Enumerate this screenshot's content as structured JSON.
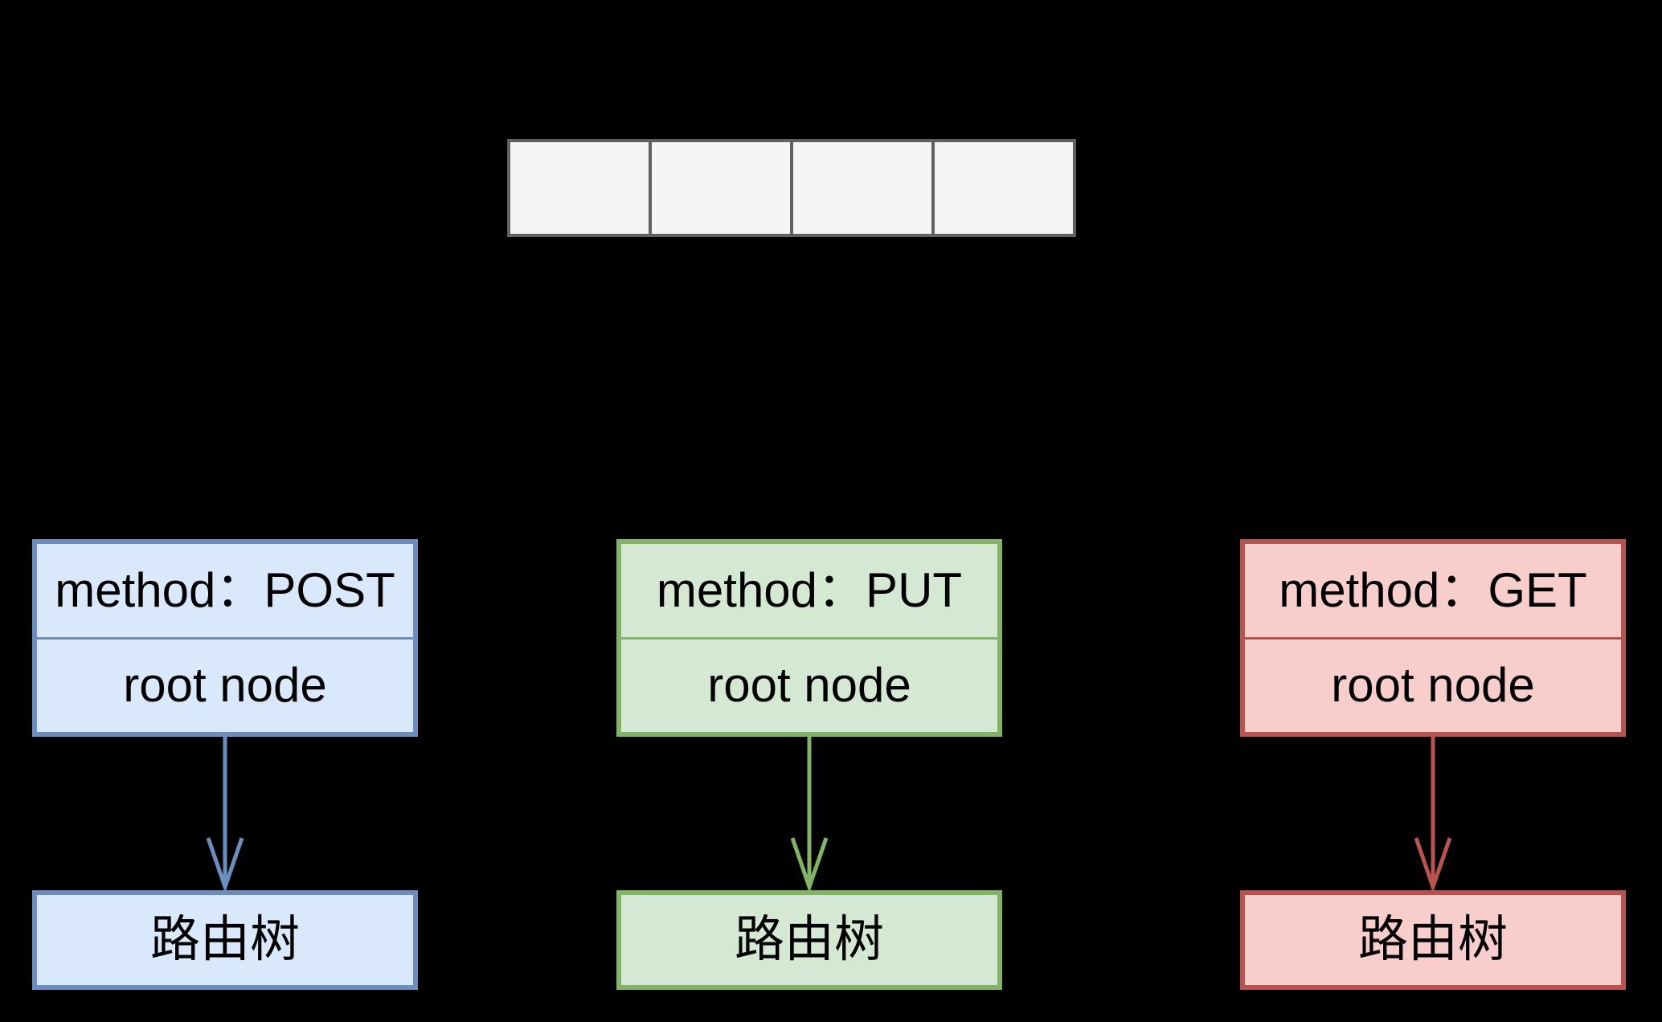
{
  "background": "#000000",
  "array": {
    "cells": [
      "",
      "",
      "",
      ""
    ],
    "fill": "#f5f5f5",
    "stroke": "#616161"
  },
  "columns": [
    {
      "id": "post",
      "method_label": "method：POST",
      "node_label": "root node",
      "tree_label": "路由树",
      "fill": "#dae8fc",
      "stroke": "#6c8ebf"
    },
    {
      "id": "put",
      "method_label": "method：PUT",
      "node_label": "root node",
      "tree_label": "路由树",
      "fill": "#d5e8d4",
      "stroke": "#82b366"
    },
    {
      "id": "get",
      "method_label": "method：GET",
      "node_label": "root node",
      "tree_label": "路由树",
      "fill": "#f8cecc",
      "stroke": "#b85450"
    }
  ]
}
